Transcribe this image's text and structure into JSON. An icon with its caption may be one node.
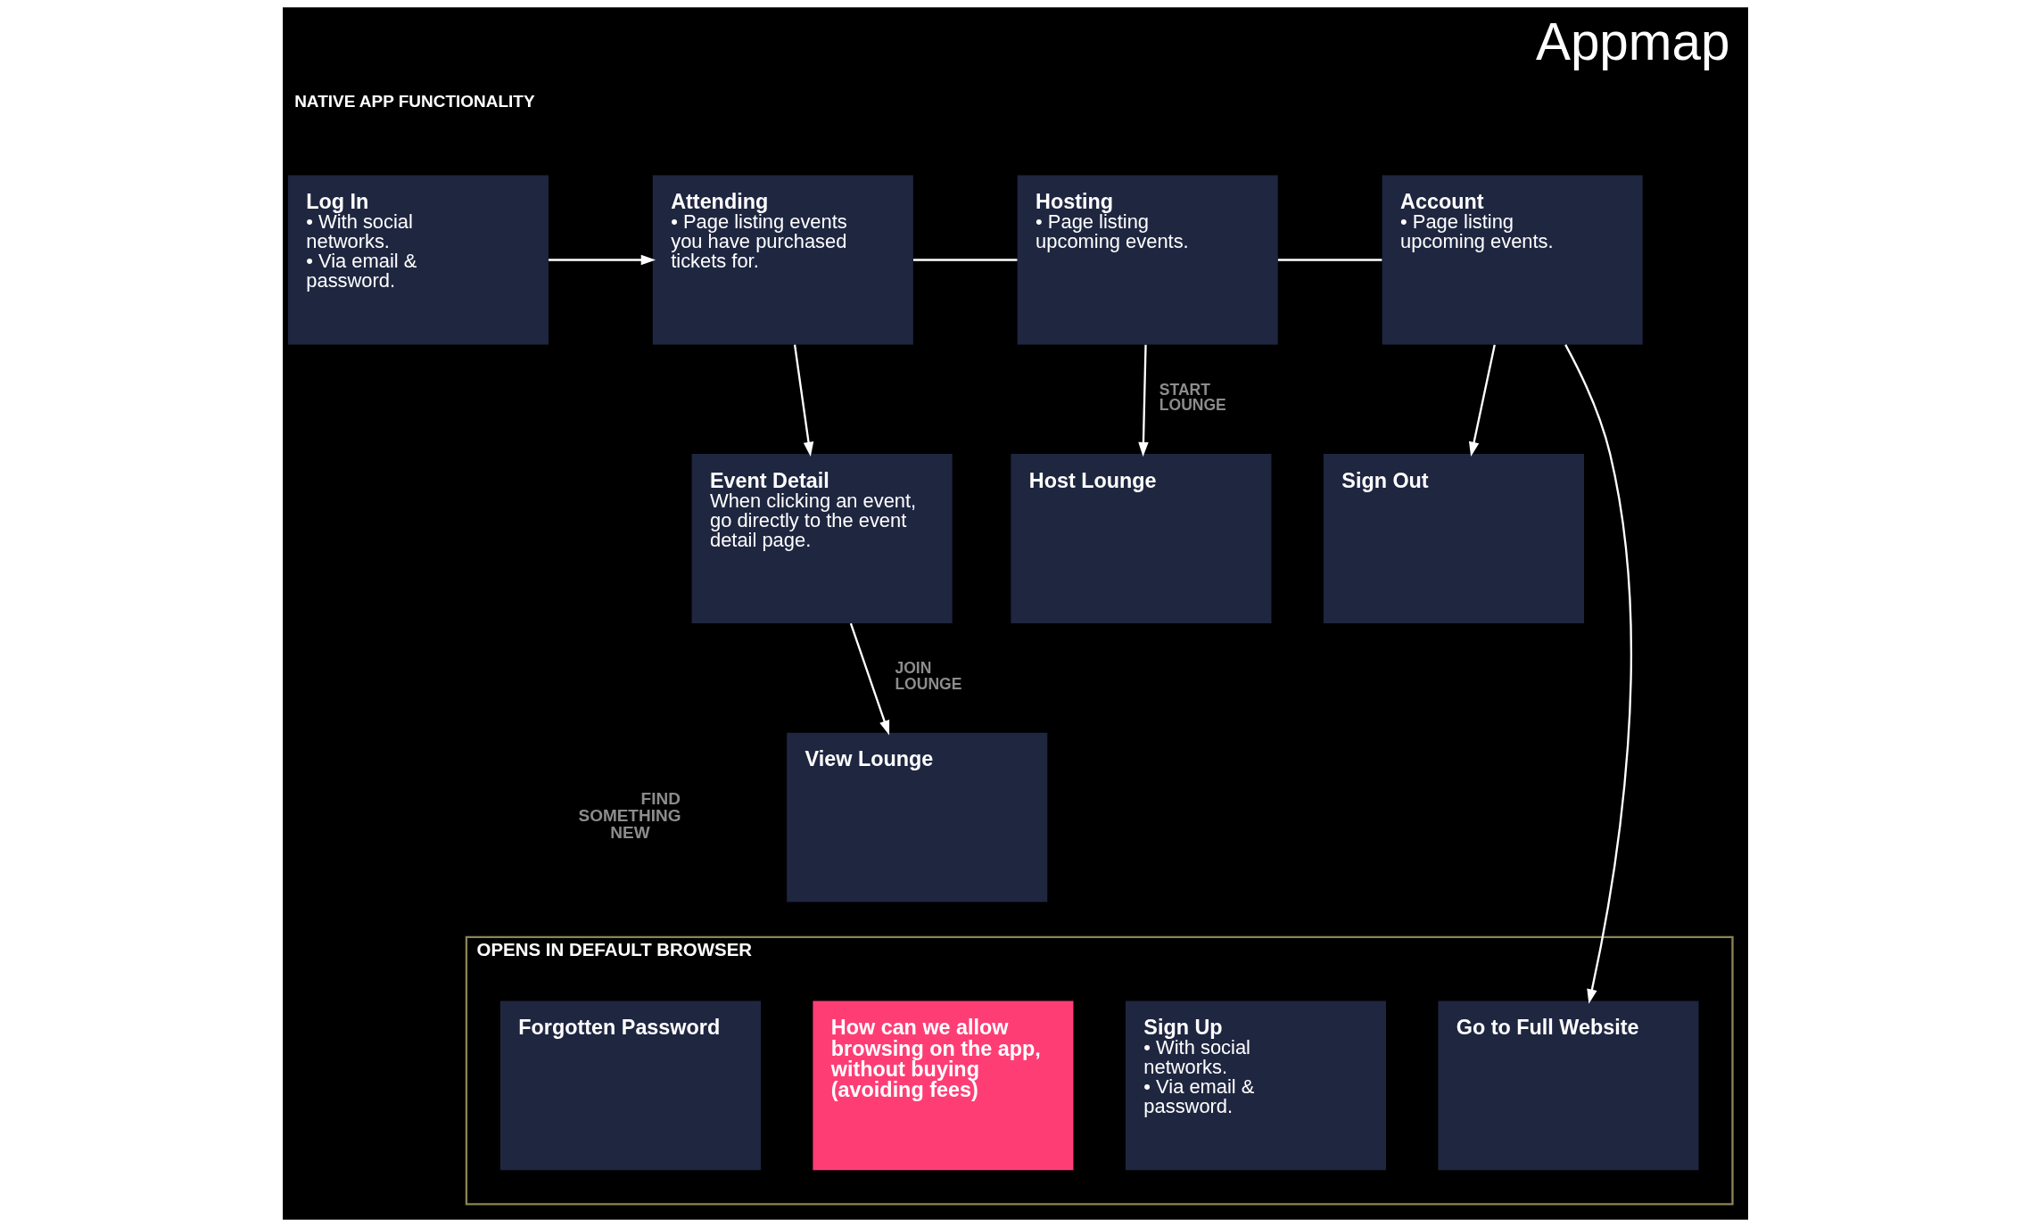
{
  "diagram": {
    "title": "Appmap",
    "nodes": [
      {
        "text": [
          "Log In",
          "• With social networks.",
          "• Via email & password."
        ]
      },
      {
        "text": [
          "Attending",
          "• Page listing events you have purchased tickets for."
        ]
      },
      {
        "text": [
          "Event Detail",
          "When clicking an event, go directly to the event detail page."
        ]
      },
      {
        "text": [
          "View Lounge"
        ]
      },
      {
        "text": [
          "Hosting",
          "• Page listing upcoming events."
        ]
      },
      {
        "text": [
          "Host Lounge"
        ]
      },
      {
        "text": [
          "Account",
          "• Page listing upcoming events."
        ]
      },
      {
        "text": [
          "Sign Out"
        ]
      },
      {
        "text": [
          "OPENS IN DEFAULT BROWSER"
        ]
      },
      {
        "text": [
          "Sign Up",
          "• With social networks.",
          "• Via email & password."
        ],
        "in": 8
      },
      {
        "text": [
          "Forgotten Password"
        ],
        "in": 8
      },
      {
        "text": [
          "How can we allow browsing on the app, without buying (avoiding fees)"
        ],
        "in": 8
      },
      {
        "text": [
          "Go to Full Website"
        ],
        "in": 8
      }
    ],
    "edges": [
      {
        "from": 0,
        "to": 1,
        "arrow": "to"
      },
      {
        "from": 1,
        "to": 2,
        "arrow": "to"
      },
      {
        "from": 2,
        "to": 3,
        "arrow": "to",
        "label": "JOIN LOUNGE"
      },
      {
        "from": 1,
        "to": 4,
        "arrow": "none"
      },
      {
        "from": 4,
        "to": 6,
        "arrow": "none"
      },
      {
        "from": 4,
        "to": 5,
        "arrow": "to",
        "label": "START LOUNGE"
      },
      {
        "from": 6,
        "to": 7,
        "arrow": "to"
      },
      {
        "from": 6,
        "to": 12,
        "arrow": "to"
      }
    ],
    "labels": [
      "NATIVE APP FUNCTIONALITY",
      "FIND SOMETHING NEW"
    ]
  }
}
